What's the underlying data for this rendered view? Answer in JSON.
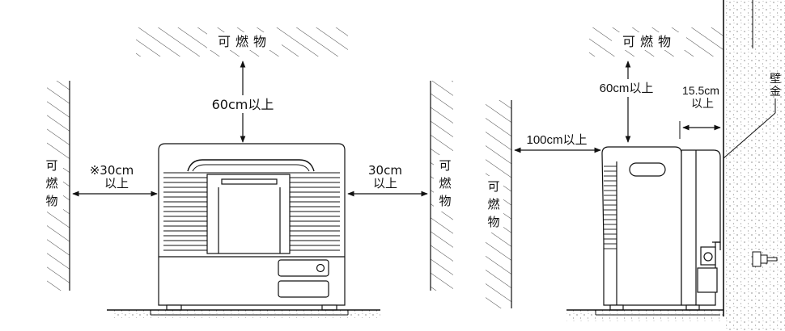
{
  "front_view": {
    "ceiling_label": "可燃物",
    "left_wall_label": "可燃物",
    "right_wall_label": "可燃物",
    "top_clearance": "60cm以上",
    "left_clearance_line1": "※30cm",
    "left_clearance_line2": "以上",
    "right_clearance_line1": "30cm",
    "right_clearance_line2": "以上"
  },
  "side_view": {
    "ceiling_label": "可燃物",
    "left_wall_label": "可燃物",
    "top_clearance": "60cm以上",
    "front_clearance": "100cm以上",
    "rear_clearance_line1": "15.5cm",
    "rear_clearance_line2": "以上",
    "wall_fitting_line1": "壁",
    "wall_fitting_line2": "金"
  }
}
